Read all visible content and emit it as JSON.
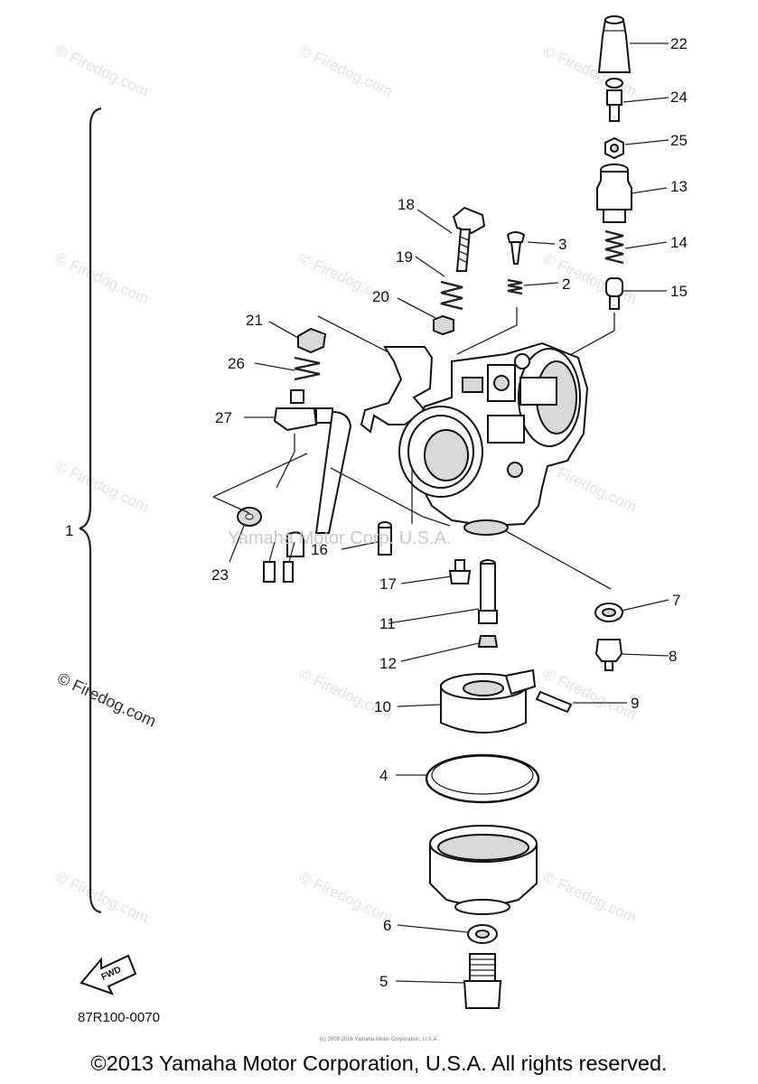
{
  "watermark": "© Firedog.com",
  "center_watermark": "Yamaha Motor Corp. U.S.A.",
  "part_code": "87R100-0070",
  "fwd_label": "FWD",
  "assembly_label": "1",
  "tiny_copyright": "(c) 2009 2016 Yamaha Motor Corporation, U.S.A.",
  "footer": "©2013 Yamaha Motor Corporation, U.S.A. All rights reserved.",
  "callouts": {
    "p2": "2",
    "p3": "3",
    "p4": "4",
    "p5": "5",
    "p6": "6",
    "p7": "7",
    "p8": "8",
    "p9": "9",
    "p10": "10",
    "p11": "11",
    "p12": "12",
    "p13": "13",
    "p14": "14",
    "p15": "15",
    "p16": "16",
    "p17": "17",
    "p18": "18",
    "p19": "19",
    "p20": "20",
    "p21": "21",
    "p22": "22",
    "p23": "23",
    "p24": "24",
    "p25": "25",
    "p26": "26",
    "p27": "27"
  }
}
